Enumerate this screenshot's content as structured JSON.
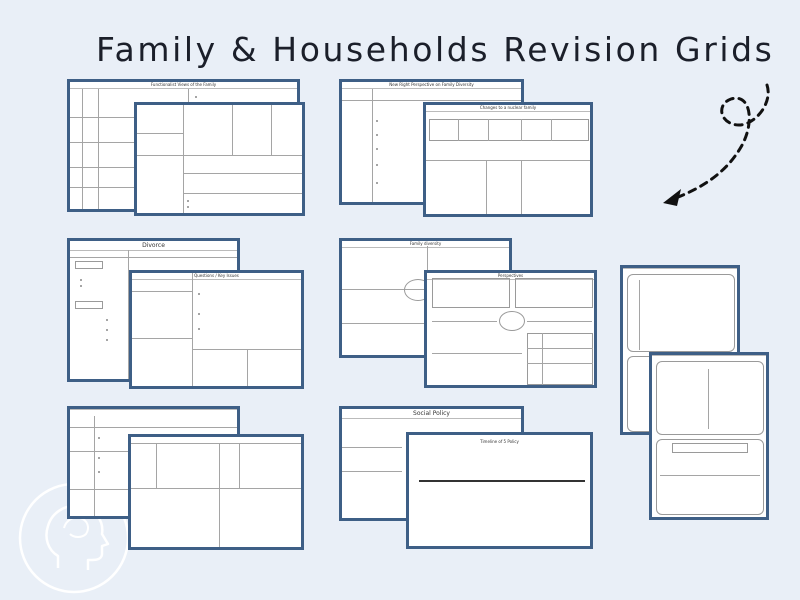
{
  "page": {
    "title": "Family & Households Revision Grids",
    "background": "#e9eff7",
    "frame_color": "#3e5f86"
  },
  "sheets": {
    "s1_back_title": "Functionalist Views of the Family",
    "s1_front_title": "",
    "s2_back_title": "New Right Perspective on Family Diversity",
    "s2_front_title": "Changes to a nuclear family",
    "s3_back_title": "Divorce",
    "s3_front_title": "Questions / Key Issues",
    "s4_back_title": "Family diversity",
    "s4_front_title": "Perspectives",
    "s5_back_title": "",
    "s5_front_title": "",
    "s6_back_title": "Social Policy",
    "s6_front_title": "Timeline of 5 Policy",
    "s7_back_title": "",
    "s7_front_title": ""
  },
  "decorations": {
    "dashed_arrow_icon": "curly-dashed-arrow",
    "logo_icon": "head-outline-logo"
  }
}
